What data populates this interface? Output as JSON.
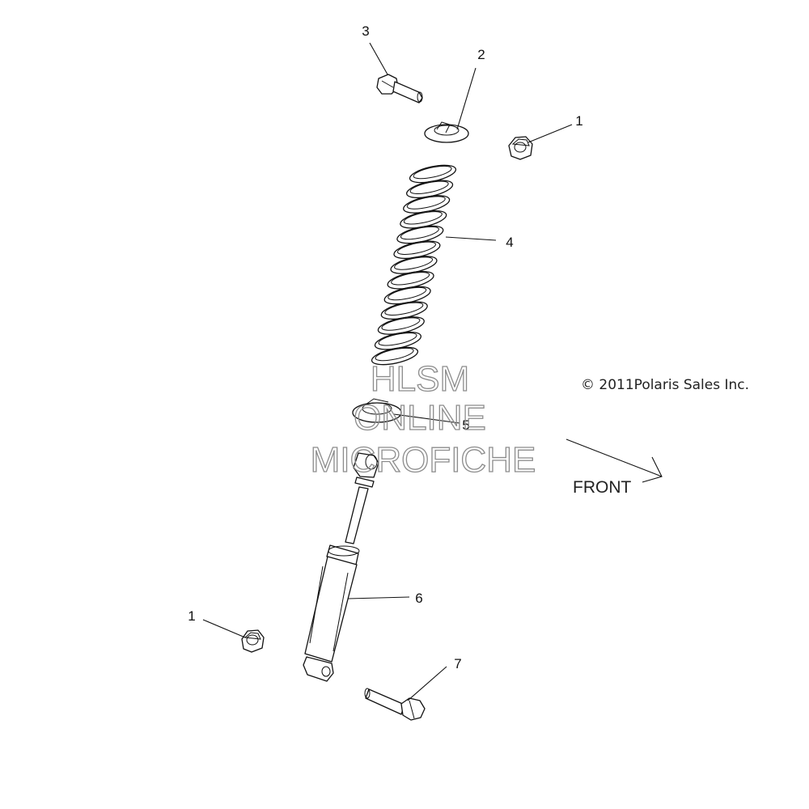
{
  "diagram": {
    "callouts": [
      {
        "id": "bolt-upper",
        "label": "3"
      },
      {
        "id": "spring-retainer",
        "label": "2"
      },
      {
        "id": "nut-upper",
        "label": "1"
      },
      {
        "id": "coil-spring",
        "label": "4"
      },
      {
        "id": "spring-seat",
        "label": "5"
      },
      {
        "id": "shock-absorber",
        "label": "6"
      },
      {
        "id": "nut-lower",
        "label": "1"
      },
      {
        "id": "bolt-lower",
        "label": "7"
      }
    ],
    "copyright": "© 2011Polaris Sales Inc.",
    "direction_label": "FRONT",
    "watermark": [
      "HLSM",
      "ONLINE",
      "MICROFICHE"
    ]
  }
}
